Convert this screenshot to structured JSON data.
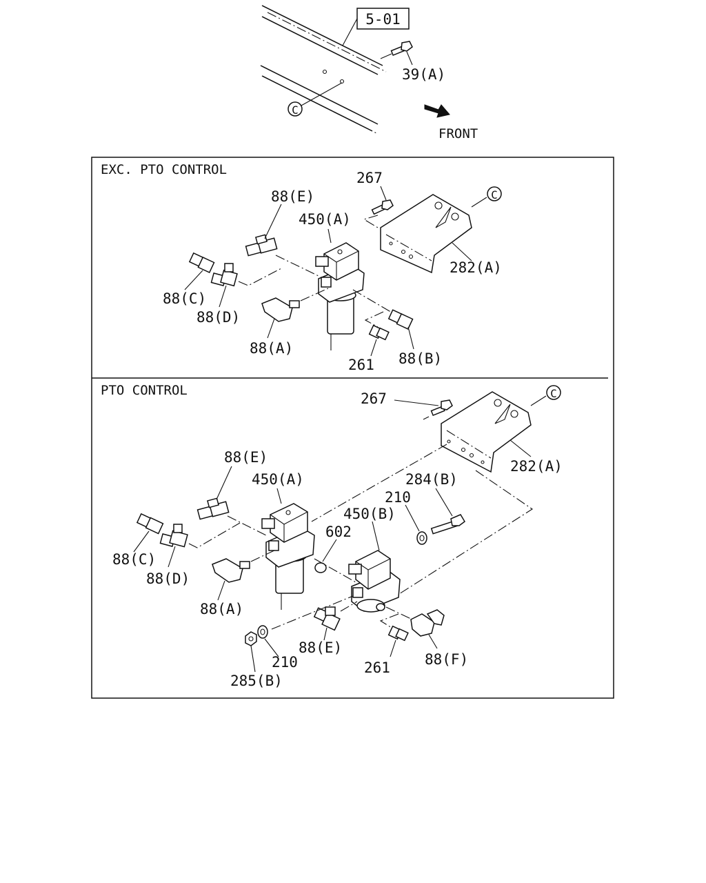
{
  "top": {
    "ref_box": "5-01",
    "bolt_label": "39(A)",
    "point_marker": "C",
    "direction_label": "FRONT"
  },
  "sections": [
    {
      "title": "EXC. PTO CONTROL",
      "labels": {
        "bolt": "267",
        "marker": "C",
        "bracket": "282(A)",
        "valve": "450(A)",
        "tee_e": "88(E)",
        "connector_c": "88(C)",
        "tee_d": "88(D)",
        "elbow_a": "88(A)",
        "plug": "261",
        "connector_b": "88(B)"
      }
    },
    {
      "title": "PTO CONTROL",
      "labels": {
        "bolt": "267",
        "marker": "C",
        "bracket": "282(A)",
        "bolt_b": "284(B)",
        "washer_top": "210",
        "valve_a": "450(A)",
        "tee_e": "88(E)",
        "oring": "602",
        "valve_b": "450(B)",
        "connector_c": "88(C)",
        "tee_d": "88(D)",
        "elbow_a": "88(A)",
        "connector_e": "88(E)",
        "washer_bottom": "210",
        "nut": "285(B)",
        "plug": "261",
        "elbow_f": "88(F)"
      }
    }
  ]
}
